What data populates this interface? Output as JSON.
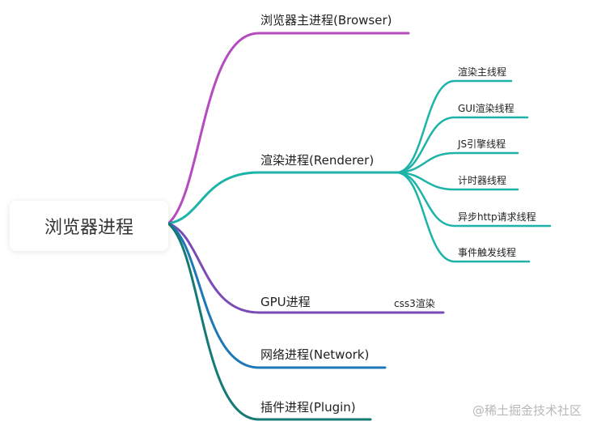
{
  "root": {
    "label": "浏览器进程"
  },
  "branches": [
    {
      "id": "browser",
      "label": "浏览器主进程(Browser)",
      "color": "#b44bbf",
      "children": []
    },
    {
      "id": "renderer",
      "label": "渲染进程(Renderer)",
      "color": "#1db3a8",
      "children": [
        {
          "label": "渲染主线程"
        },
        {
          "label": "GUI渲染线程"
        },
        {
          "label": "JS引擎线程"
        },
        {
          "label": "计时器线程"
        },
        {
          "label": "异步http请求线程"
        },
        {
          "label": "事件触发线程"
        }
      ]
    },
    {
      "id": "gpu",
      "label": "GPU进程",
      "color": "#7a4bb5",
      "children": [
        {
          "label": "css3渲染"
        }
      ]
    },
    {
      "id": "network",
      "label": "网络进程(Network)",
      "color": "#1e78b8",
      "children": []
    },
    {
      "id": "plugin",
      "label": "插件进程(Plugin)",
      "color": "#157a74",
      "children": []
    }
  ],
  "watermark": "@稀土掘金技术社区"
}
